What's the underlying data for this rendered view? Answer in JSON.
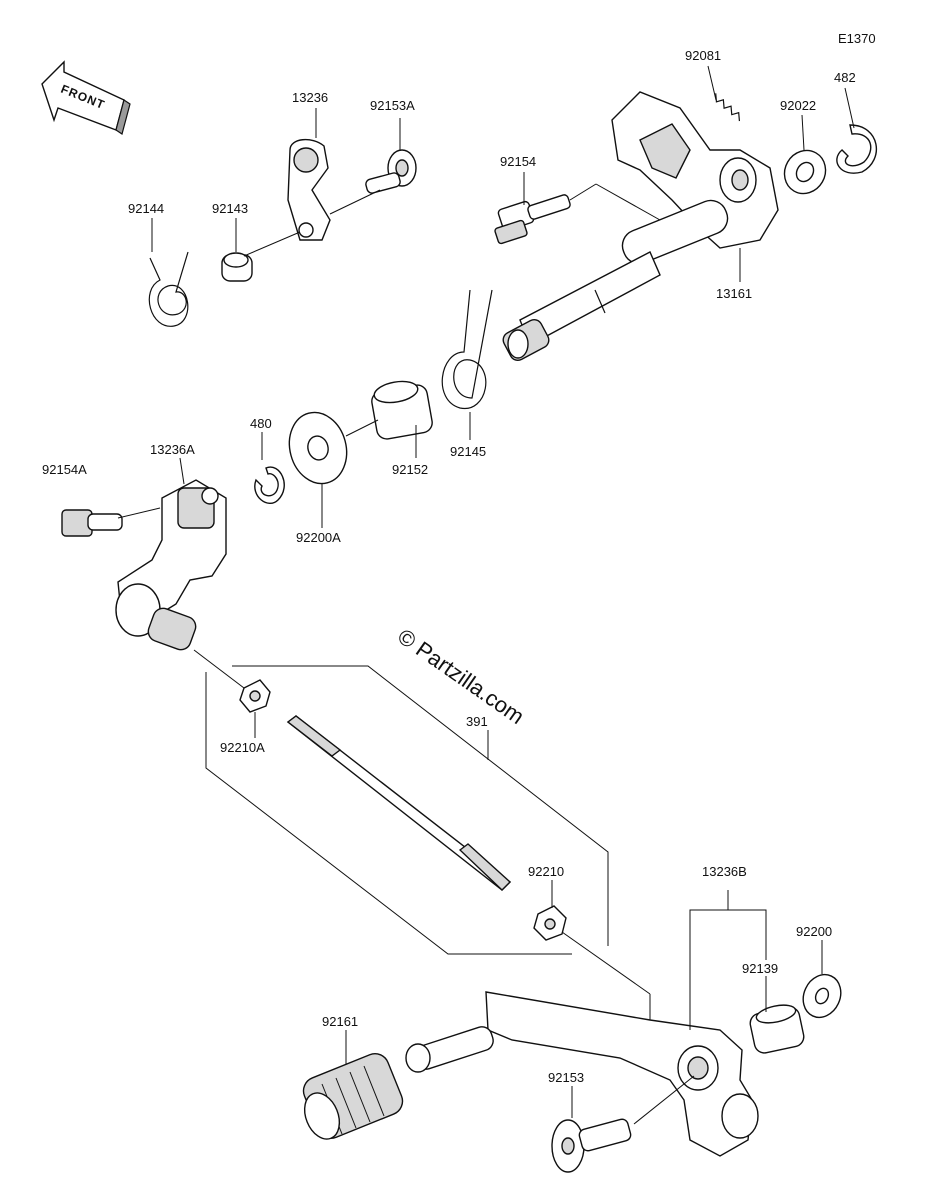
{
  "diagram": {
    "code": "E1370",
    "front_label": "FRONT",
    "watermark": "© Partzilla.com",
    "part_numbers": {
      "p92081": "92081",
      "p482": "482",
      "p92022": "92022",
      "p13236": "13236",
      "p92153A": "92153A",
      "p92154": "92154",
      "p92144": "92144",
      "p92143": "92143",
      "p13161": "13161",
      "p480": "480",
      "p13236A": "13236A",
      "p92154A": "92154A",
      "p92152": "92152",
      "p92145": "92145",
      "p92200A": "92200A",
      "p39110": "391",
      "p92210A": "92210A",
      "p92210": "92210",
      "p13236B": "13236B",
      "p92200": "92200",
      "p92139": "92139",
      "p92161": "92161",
      "p92153": "92153"
    }
  }
}
